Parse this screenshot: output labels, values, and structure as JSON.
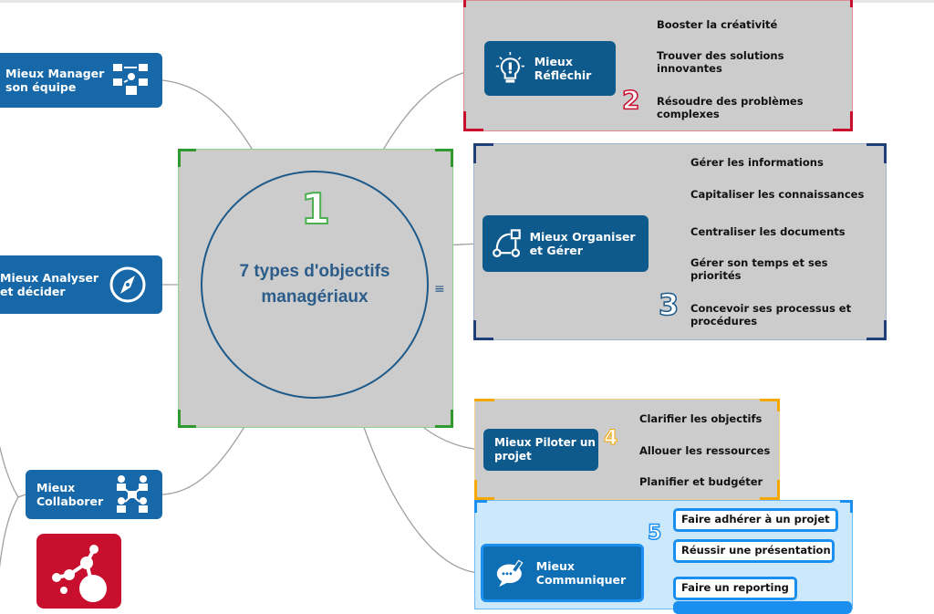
{
  "center": {
    "title": "7 types d'objectifs managériaux",
    "number": "1",
    "menu_icon": "≡"
  },
  "left_nodes": [
    {
      "label": "Mieux Manager son équipe",
      "icon": "team-icon"
    },
    {
      "label": "Mieux Analyser et décider",
      "icon": "compass-icon"
    },
    {
      "label": "Mieux Collaborer",
      "icon": "network-icon"
    }
  ],
  "branches": [
    {
      "number": "2",
      "label": "Mieux Réfléchir",
      "icon": "lightbulb-icon",
      "color": "#c8102e",
      "items": [
        "Booster la créativité",
        "Trouver des solutions innovantes",
        "Résoudre des problèmes complexes"
      ]
    },
    {
      "number": "3",
      "label": "Mieux Organiser et Gérer",
      "icon": "workflow-icon",
      "color": "#1f3f7a",
      "items": [
        "Gérer les informations",
        "Capitaliser les connaissances",
        "Centraliser les documents",
        "Gérer son temps et ses priorités",
        "Concevoir ses processus et procédures"
      ]
    },
    {
      "number": "4",
      "label": "Mieux Piloter un projet",
      "color": "#f5a800",
      "items": [
        "Clarifier les objectifs",
        "Allouer les ressources",
        "Planifier et budgéter"
      ]
    },
    {
      "number": "5",
      "label": "Mieux Communiquer",
      "icon": "speech-bubble-icon",
      "color": "#1a8ff0",
      "items": [
        "Faire adhérer à un projet",
        "Réussir une présentation",
        "Faire un reporting"
      ]
    }
  ],
  "colors": {
    "frame_bg": "#cccccc",
    "node_bg": "#0f5a8c",
    "center_border": "#1d5a8a",
    "center_frame": "#2e9a2e",
    "comm_bg": "#cce8fb"
  }
}
